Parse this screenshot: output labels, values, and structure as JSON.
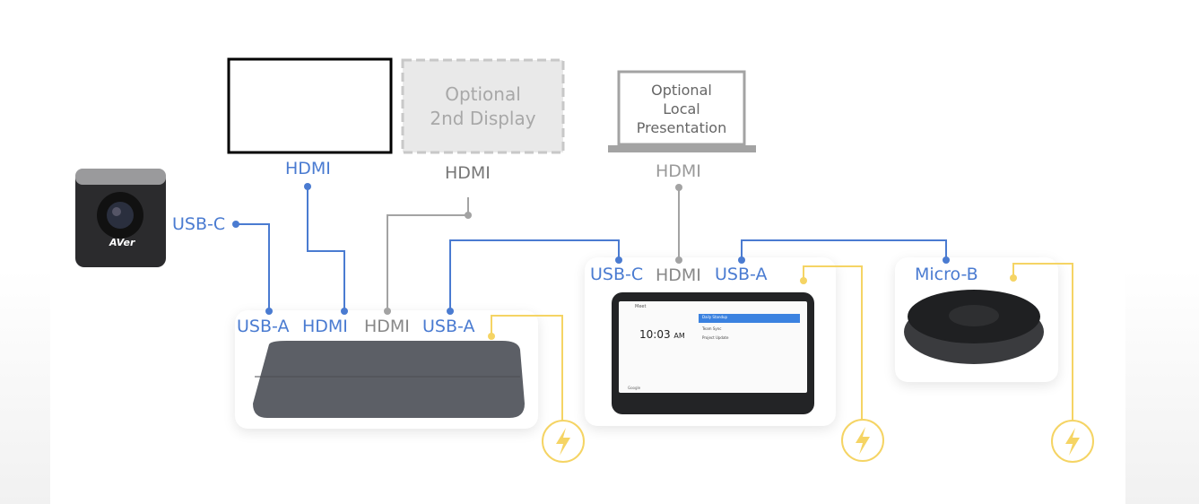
{
  "colors": {
    "usb": "#4a7bd1",
    "hdmi": "#a3a3a3",
    "power": "#f5d464"
  },
  "displays": {
    "primary": {
      "port": "HDMI"
    },
    "second": {
      "title_line1": "Optional",
      "title_line2": "2nd Display",
      "port": "HDMI"
    },
    "laptop": {
      "title_line1": "Optional",
      "title_line2": "Local",
      "title_line3": "Presentation",
      "port": "HDMI"
    }
  },
  "camera": {
    "brand": "AVer",
    "port": "USB-C"
  },
  "compute": {
    "ports": [
      "USB-A",
      "HDMI",
      "HDMI",
      "USB-A"
    ]
  },
  "controller": {
    "ports": [
      "USB-C",
      "HDMI",
      "USB-A"
    ],
    "screen": {
      "app": "Meet",
      "time": "10:03",
      "ampm": "AM",
      "meetings": [
        "Daily Standup",
        "Team Sync",
        "Project Update"
      ],
      "footer": "Google"
    }
  },
  "speaker": {
    "port": "Micro-B"
  },
  "power_icon": "lightning-bolt-icon"
}
